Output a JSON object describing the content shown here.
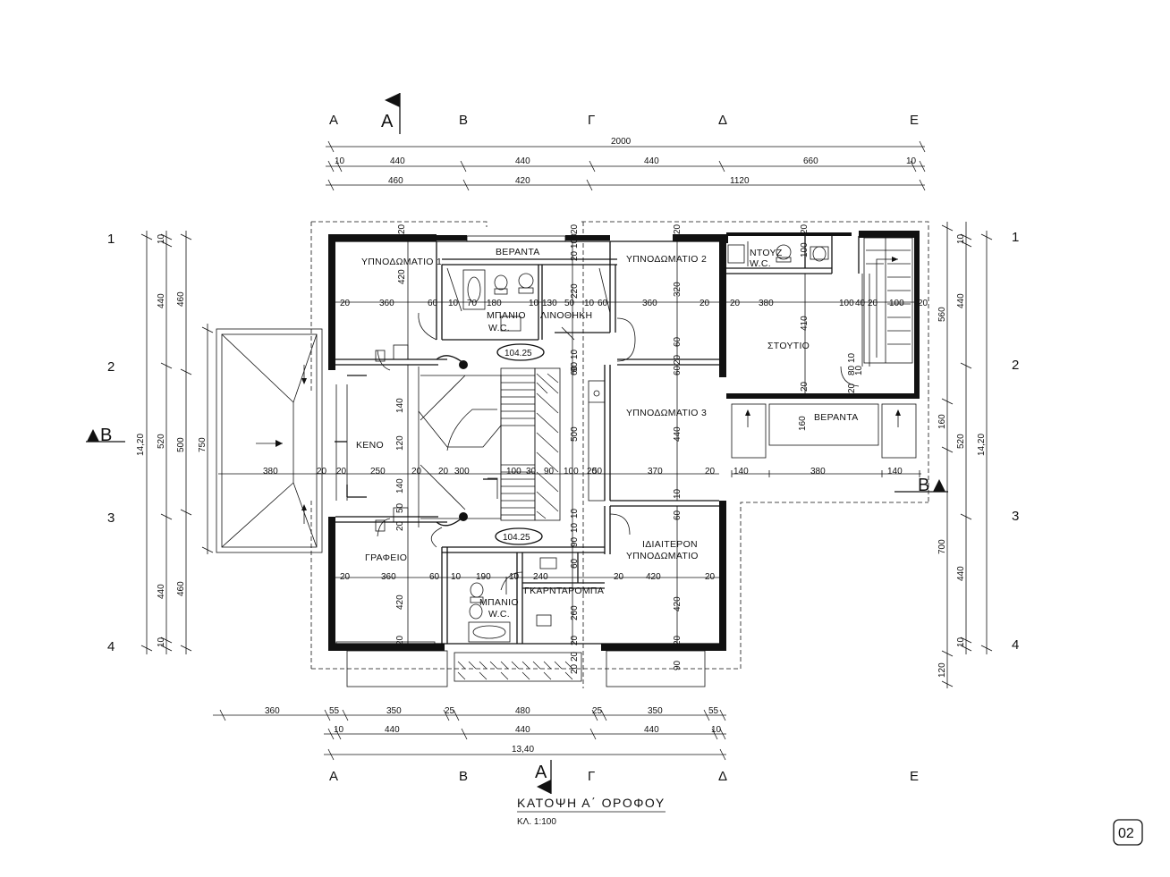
{
  "title": {
    "main": "ΚΑΤΟΨΗ  Α΄ ΟΡΟΦΟΥ",
    "scale": "ΚΛ. 1:100"
  },
  "page_number": "02",
  "section_markers": {
    "a_top": "A",
    "a_bottom": "A",
    "b_left": "B",
    "b_right": "B"
  },
  "grid": {
    "columns_top": [
      "A",
      "B",
      "Γ",
      "Δ",
      "E"
    ],
    "columns_bottom": [
      "A",
      "B",
      "Γ",
      "Δ",
      "E"
    ],
    "rows_left": [
      "1",
      "2",
      "3",
      "4"
    ],
    "rows_right": [
      "1",
      "2",
      "3",
      "4"
    ]
  },
  "dims": {
    "top_total": "2000",
    "top_row2": [
      "10",
      "440",
      "440",
      "440",
      "660",
      "10"
    ],
    "top_row3": [
      "460",
      "420",
      "1120"
    ],
    "bottom_row1": [
      "360",
      "55",
      "350",
      "25",
      "480",
      "25",
      "350",
      "55"
    ],
    "bottom_row2": [
      "10",
      "440",
      "440",
      "440",
      "10"
    ],
    "bottom_total": "13,40",
    "left_row1": [
      "10",
      "440",
      "520",
      "440",
      "10"
    ],
    "left_row2": [
      "460",
      "500",
      "460"
    ],
    "left_total": "14,20",
    "left_750": "750",
    "right_row1": [
      "10",
      "440",
      "520",
      "440",
      "10"
    ],
    "right_extra": [
      "560",
      "160",
      "700",
      "120"
    ],
    "right_total": "14,20"
  },
  "rooms": {
    "bedroom1": "ΥΠΝΟΔΩΜΑΤΙΟ 1",
    "bedroom2": "ΥΠΝΟΔΩΜΑΤΙΟ 2",
    "bedroom3": "ΥΠΝΟΔΩΜΑΤΙΟ 3",
    "master_line1": "ΙΔΙΑΙΤΕΡΟΝ",
    "master_line2": "ΥΠΝΟΔΩΜΑΤΙΟ",
    "veranda_top": "ΒΕΡΑΝΤΑ",
    "veranda_right": "ΒΕΡΑΝΤΑ",
    "bath_top_line1": "ΜΠΑΝΙΟ",
    "bath_top_line2": "W.C.",
    "linen": "ΛΙΝΟΘΗΚΗ",
    "shower_line1": "ΝΤΟΥΖ",
    "shower_line2": "W.C.",
    "studio": "ΣΤΟΥΤΙΟ",
    "void": "ΚΕΝΟ",
    "office": "ΓΡΑΦΕΙΟ",
    "bath_bottom_line1": "ΜΠΑΝΙΟ",
    "bath_bottom_line2": "W.C.",
    "storage": "ΓΚΑΡΝΤΑΡΟΜΠΑ"
  },
  "levels": {
    "upper": "104.25",
    "lower": "104.25"
  },
  "interior_dims": {
    "b1_420": "420",
    "b1_20a": "20",
    "b1_360": "360",
    "b1_60": "60",
    "b1_20": "20",
    "bath_10": "10",
    "bath_70": "70",
    "bath_180": "180",
    "bath_10b": "10",
    "bath_130": "130",
    "bath_50": "50",
    "bath_10c": "10",
    "bath_60": "60",
    "bath_220": "220",
    "bath_20": "20",
    "ver_100": "100",
    "ver_20": "20",
    "b2_320": "320",
    "b2_360": "360",
    "b2_20": "20",
    "b2_20b": "20",
    "st_20": "20",
    "st_380": "380",
    "st_100": "100",
    "st_40": "40",
    "st_20b": "20",
    "st_100b": "100",
    "st_20c": "20",
    "st_410": "410",
    "st_100c": "100",
    "st_20d": "20",
    "st_20e": "20",
    "st_80": "80",
    "st_10": "10",
    "st_2080": "20",
    "st_10b": "10",
    "kn_140": "140",
    "kn_120": "120",
    "kn_140b": "140",
    "kn_50": "50",
    "kn_20": "20",
    "kn_250": "250",
    "kn_20b": "20",
    "kn_380": "380",
    "kn_20c": "20",
    "kn_20d": "20",
    "kn_300": "300",
    "kn_100": "100",
    "kn_30": "30",
    "kn_90": "90",
    "kn_100b": "100",
    "kn_20e": "20",
    "kn_500": "500",
    "kn_60": "60",
    "kn_10": "10",
    "kn_90b": "90",
    "b3_440": "440",
    "b3_370": "370",
    "b3_20": "20",
    "b3_60": "60",
    "b3_60b": "60",
    "b3_10": "10",
    "b3_60c": "60",
    "b3_20b": "20",
    "b3_50": "50",
    "vr_140": "140",
    "vr_380": "380",
    "vr_140b": "140",
    "vr_160": "160",
    "of_20": "20",
    "of_360": "360",
    "of_60": "60",
    "of_420": "420",
    "of_20b": "20",
    "of_20c": "20",
    "bb_10": "10",
    "bb_190": "190",
    "bb_10b": "10",
    "bb_240": "240",
    "bb_60": "60",
    "bb_260": "260",
    "bb_20": "20",
    "bb_90": "90",
    "bb_10c": "10",
    "bb_20b": "20",
    "bb_20c": "20",
    "ms_420": "420",
    "ms_20": "20",
    "ms_420b": "420",
    "ms_20b": "20",
    "ms_10": "10",
    "ms_90": "90",
    "ms_20c": "20"
  }
}
